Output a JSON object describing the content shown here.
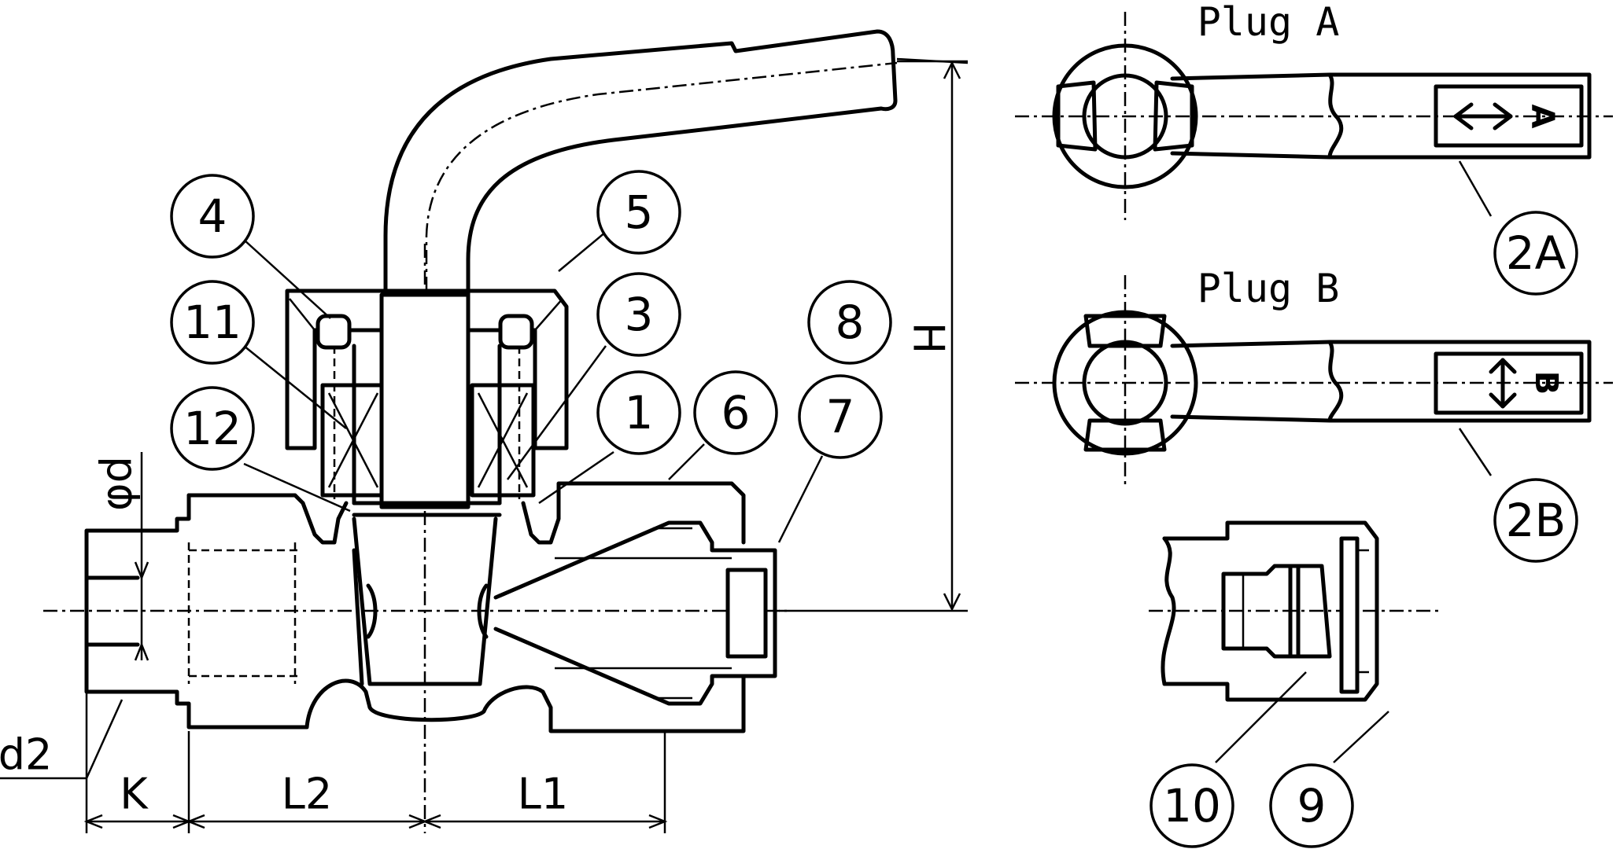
{
  "views": {
    "plug_a_title": "Plug A",
    "plug_b_title": "Plug B",
    "plug_a_mark": "A",
    "plug_b_mark": "B"
  },
  "part_numbers": [
    {
      "id": "p4",
      "label": "4"
    },
    {
      "id": "p5",
      "label": "5"
    },
    {
      "id": "p11",
      "label": "11"
    },
    {
      "id": "p3",
      "label": "3"
    },
    {
      "id": "p8",
      "label": "8"
    },
    {
      "id": "p12",
      "label": "12"
    },
    {
      "id": "p1",
      "label": "1"
    },
    {
      "id": "p6",
      "label": "6"
    },
    {
      "id": "p7",
      "label": "7"
    },
    {
      "id": "p2a",
      "label": "2A"
    },
    {
      "id": "p2b",
      "label": "2B"
    },
    {
      "id": "p10",
      "label": "10"
    },
    {
      "id": "p9",
      "label": "9"
    }
  ],
  "dimensions": {
    "d": "φd",
    "d2": "d2",
    "K": "K",
    "L2": "L2",
    "L1": "L1",
    "H": "H"
  }
}
